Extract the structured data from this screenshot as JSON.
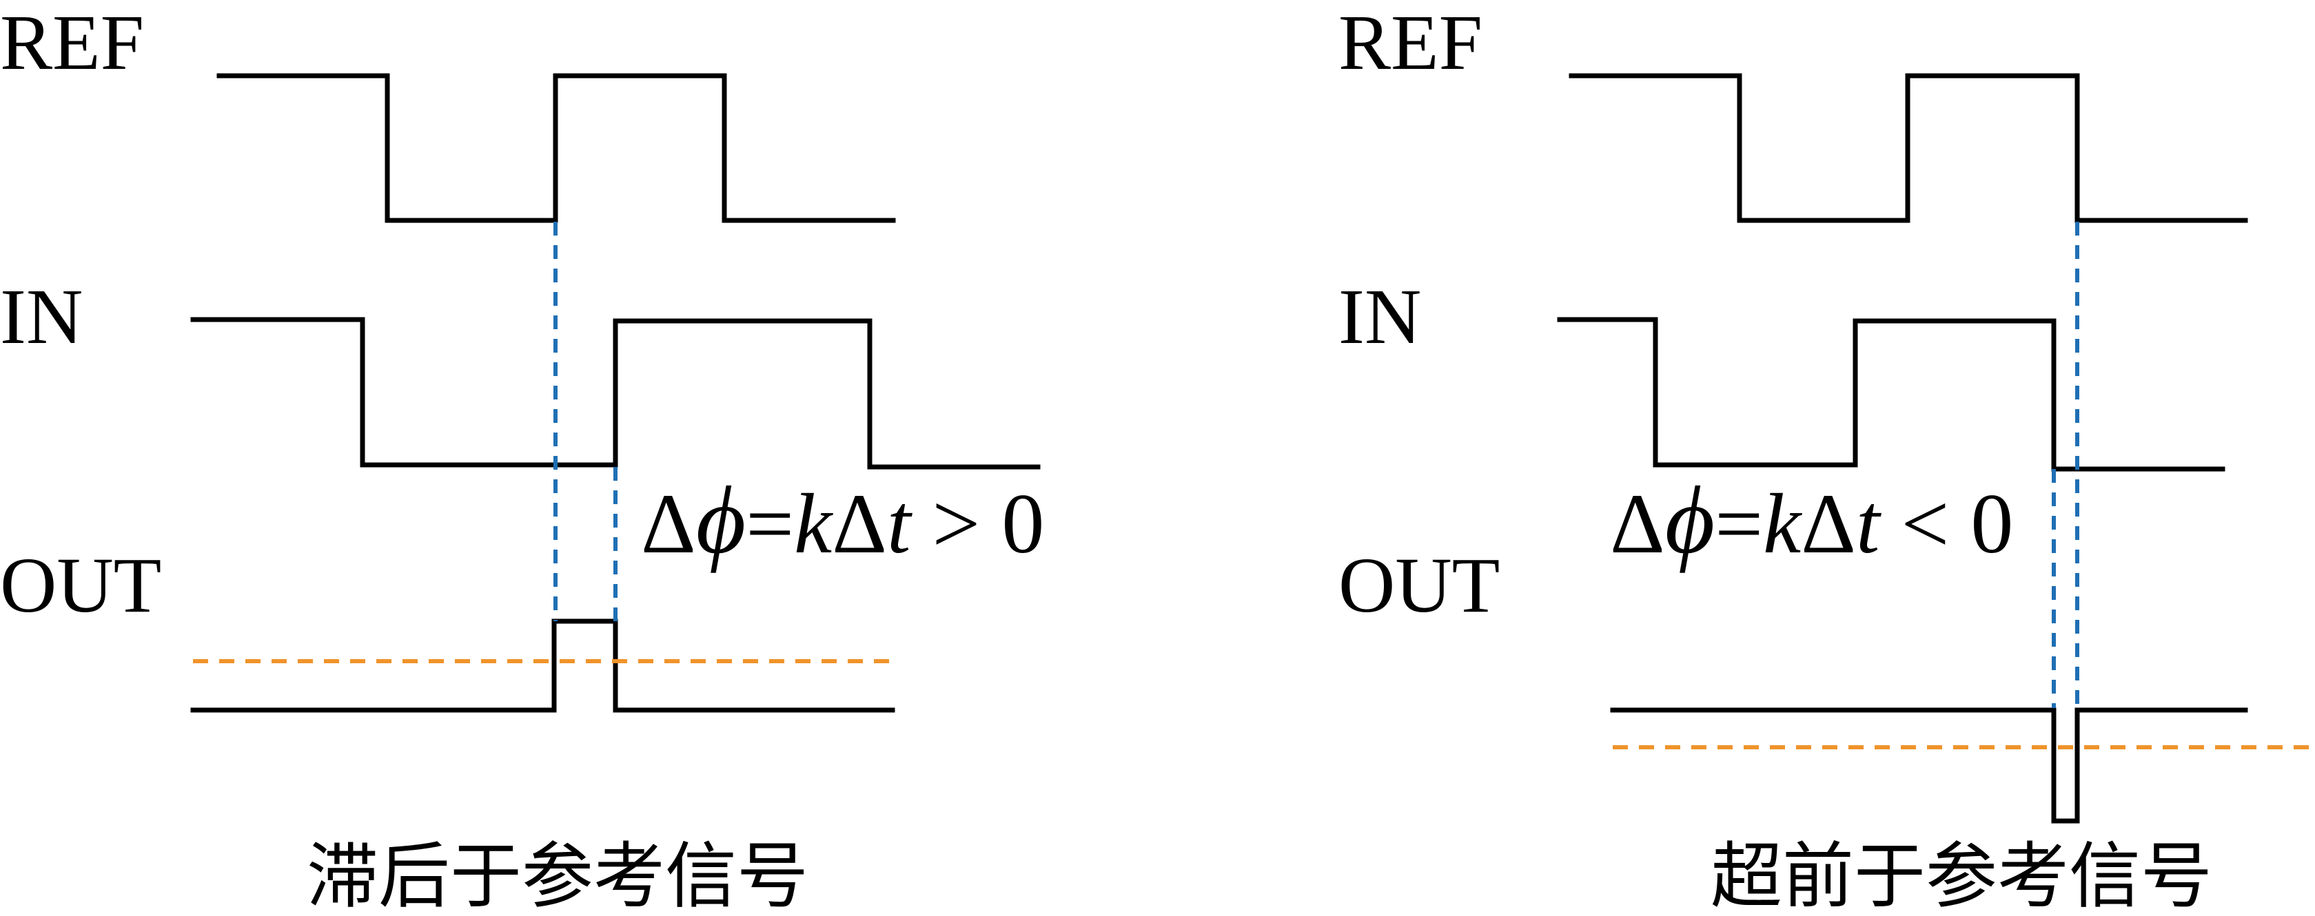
{
  "colors": {
    "waveform": "#000000",
    "phase_guide": "#1f6fb4",
    "zero_reference": "#f0932b",
    "background": "#ffffff"
  },
  "panels": [
    {
      "signals": {
        "ref": "REF",
        "in": "IN",
        "out": "OUT"
      },
      "formula": {
        "delta": "Δ",
        "phi": "ϕ",
        "eq": "=",
        "k": "k",
        "delta2": "Δ",
        "t": "t",
        "relation": " > 0"
      },
      "caption": "滞后于参考信号"
    },
    {
      "signals": {
        "ref": "REF",
        "in": "IN",
        "out": "OUT"
      },
      "formula": {
        "delta": "Δ",
        "phi": "ϕ",
        "eq": "=",
        "k": "k",
        "delta2": "Δ",
        "t": "t",
        "relation": " < 0"
      },
      "caption": "超前于参考信号"
    }
  ]
}
